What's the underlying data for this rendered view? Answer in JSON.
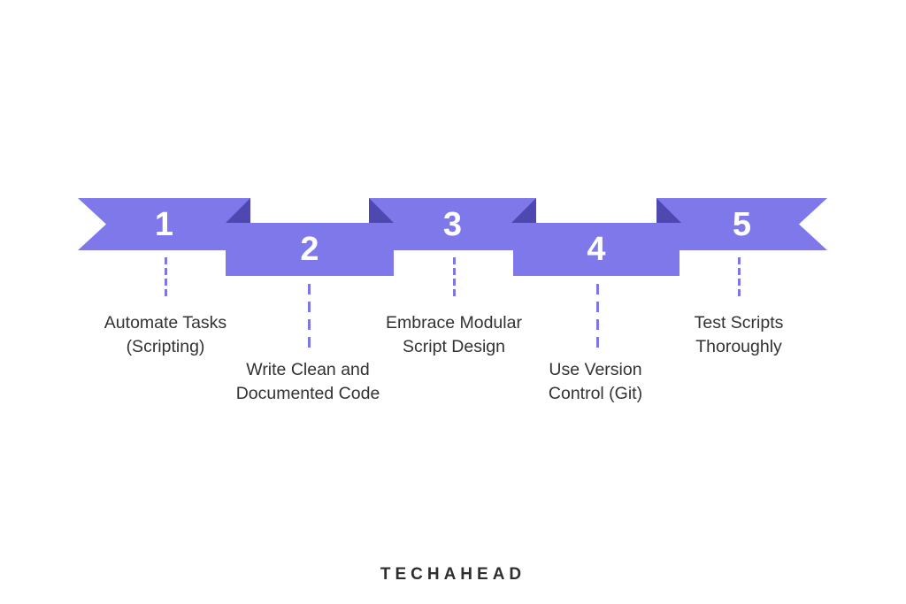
{
  "colors": {
    "ribbon": "#7E78EA",
    "fold": "#4E48B0",
    "dash": "#7D76E8",
    "text": "#323232",
    "number": "#FFFFFF",
    "logo": "#2E2E2E",
    "background": "#FFFFFF"
  },
  "steps": [
    {
      "number": "1",
      "label_lines": [
        "Automate Tasks",
        "(Scripting)"
      ]
    },
    {
      "number": "2",
      "label_lines": [
        "Write Clean and",
        "Documented Code"
      ]
    },
    {
      "number": "3",
      "label_lines": [
        "Embrace Modular",
        "Script Design"
      ]
    },
    {
      "number": "4",
      "label_lines": [
        "Use Version",
        "Control (Git)"
      ]
    },
    {
      "number": "5",
      "label_lines": [
        "Test Scripts",
        "Thoroughly"
      ]
    }
  ],
  "footer": {
    "brand": "TECHAHEAD"
  }
}
